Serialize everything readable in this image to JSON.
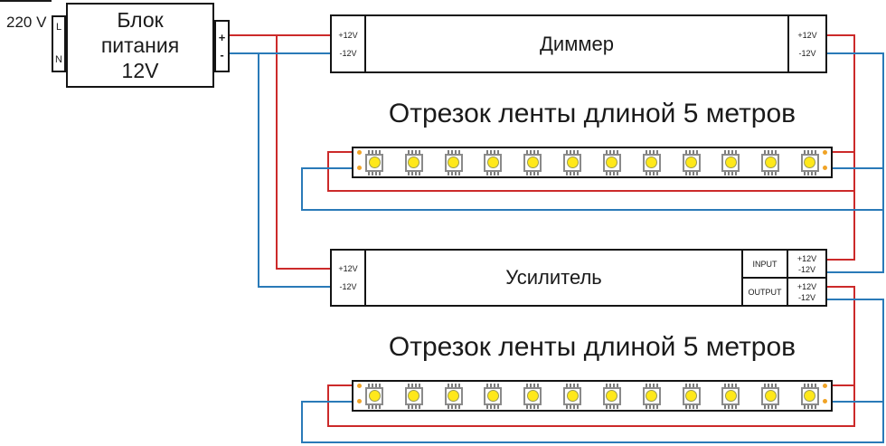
{
  "colors": {
    "wire_red": "#cc2a2a",
    "wire_blue": "#2a7ab8",
    "led_yellow": "#ffe81a",
    "pad_orange": "#f0a326"
  },
  "mains": {
    "label": "220 V"
  },
  "psu": {
    "title_lines": [
      "Блок",
      "питания",
      "12V"
    ],
    "terminal_l": "L",
    "terminal_n": "N",
    "terminal_plus": "+",
    "terminal_minus": "-"
  },
  "dimmer": {
    "label": "Диммер",
    "terminal_pos": "+12V",
    "terminal_neg": "-12V"
  },
  "amplifier": {
    "label": "Усилитель",
    "input_label": "INPUT",
    "output_label": "OUTPUT",
    "terminal_pos": "+12V",
    "terminal_neg": "-12V"
  },
  "strip": {
    "title": "Отрезок ленты длиной 5 метров",
    "led_count": 12
  }
}
